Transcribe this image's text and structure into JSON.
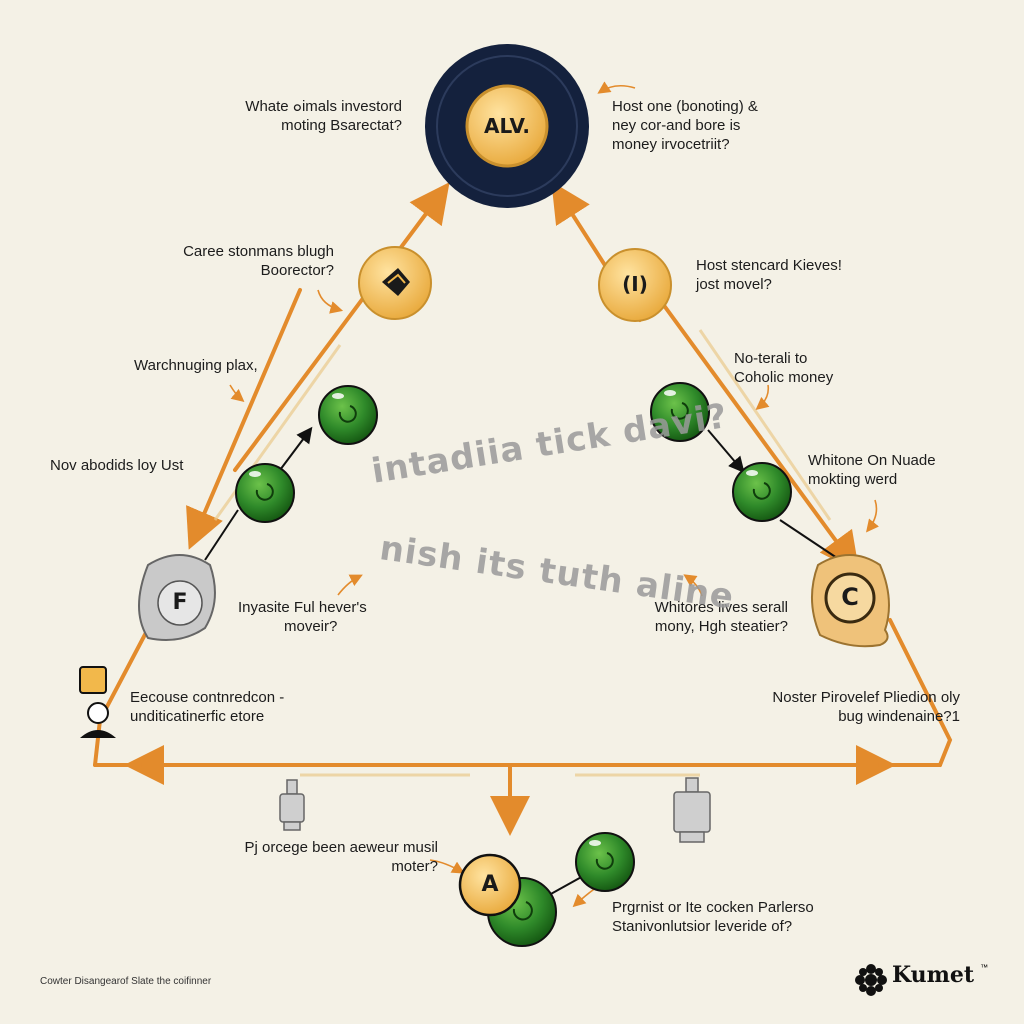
{
  "top_node": {
    "text": "ALV."
  },
  "labels": {
    "top_left": [
      "Whate ๐imals investord",
      "moting Bsarectat?"
    ],
    "top_right": [
      "Host one (bonoting) &",
      "ney cor-and bore is",
      "money irvocetriit?"
    ],
    "left_1": [
      "Caree stonmans blugh",
      "Boorector?"
    ],
    "right_1": [
      "Host stencard Kieves!",
      "jost movel?"
    ],
    "left_2": [
      "Warchnuging plax,"
    ],
    "right_2": [
      "No-terali to",
      "Coholic money"
    ],
    "left_3": [
      "Nov abodids loy Ust"
    ],
    "right_3": [
      "Whitone On Nuade",
      "mokting werd"
    ],
    "center_left": [
      "Inyasite Ful hever's",
      "moveir?"
    ],
    "center_right": [
      "Whitores lives serall",
      "mony, Hgh steatier?"
    ],
    "left_4": [
      "Eecouse contnredcon -",
      "unditicatinerfic etore"
    ],
    "right_4": [
      "Noster Pirovelef Pliedion oly",
      "bug windenaine?1"
    ],
    "bottom_left": [
      "Pj orcege been aeweur musil",
      "moter?"
    ],
    "bottom_right": [
      "Prgrnist or Ite cocken Parlerso",
      "Stanivonlutsior leveride of?"
    ]
  },
  "watermark": {
    "line1": "intadiia tick davi?",
    "line2": "nish its tuth aline"
  },
  "nodes": {
    "left_badge": "F",
    "right_badge": "C",
    "upper_right_coin": "(I)",
    "bottom_coin": "A"
  },
  "footer": {
    "caption": "Cowter Disangearof Slate the coifinner",
    "brand": "Kumet",
    "brand_tm": "™"
  },
  "colors": {
    "arrow": "#e38b2c",
    "navy": "#14213d",
    "gold": "#f2b84b",
    "green": "#2f8a2a",
    "gray": "#c9c9c9",
    "background": "#f4f1e6"
  }
}
